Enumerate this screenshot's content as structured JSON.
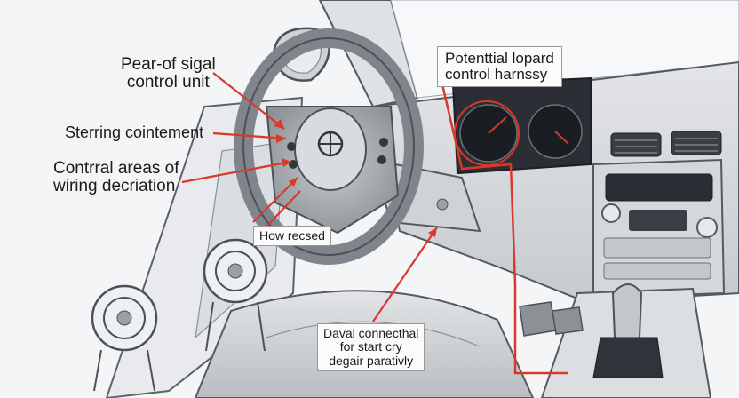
{
  "callouts": {
    "pear_signal": {
      "line1": "Pear-of sigal",
      "line2": "control unit"
    },
    "sterring": {
      "text": "Sterring cointement"
    },
    "control_areas": {
      "line1": "Contrral areas of",
      "line2": "wiring decriation"
    },
    "how_recsed": {
      "text": "How recsed"
    },
    "potential": {
      "line1": "Potenttial lopard",
      "line2": "control harnssy"
    },
    "daval": {
      "line1": "Daval connecthal",
      "line2": "for start cry",
      "line3": "degair parativly"
    }
  },
  "colors": {
    "leader": "#d9382b",
    "outline": "#555a60",
    "panel": "#d9dcdf",
    "dark_panel": "#2b2f35",
    "background": "#f4f5f6"
  },
  "icons": [
    "steering-wheel-icon",
    "brand-logo-icon",
    "speaker-icon",
    "gear-shifter-icon",
    "pedal-icon",
    "vent-icon",
    "side-mirror-icon"
  ]
}
